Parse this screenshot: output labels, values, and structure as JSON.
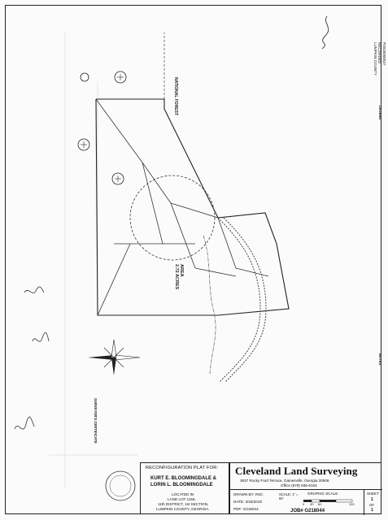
{
  "company": {
    "name": "Cleveland Land Surveying",
    "address": "3637 Rocky Ford Terrace, Gainesville, Georgia 30506",
    "office": "Office (678) 936-6163"
  },
  "plat": {
    "header": "RECONFIGURATION PLAT FOR:",
    "owners_line1": "KURT E. BLOOMINGDALE &",
    "owners_line2": "LORIN L. BLOOMINGDALE",
    "location_line1": "LOCATED IN",
    "location_line2": "LAND LOT 1156,",
    "location_line3": "11th DISTRICT, 1st SECTION,",
    "location_line4": "LUMPKIN COUNTY, GEORGIA"
  },
  "details": {
    "drawn_by": "DRAWN BY: RSC",
    "scale": "SCALE: 1\" = 60'",
    "date": "DATE: 4/26/2018",
    "pdf": "PDF: G218044",
    "job": "JOB# G218044",
    "graphic_scale": "GRAPHIC SCALE",
    "scale_ticks": [
      "0",
      "30",
      "60",
      "120"
    ],
    "sheet_label": "SHEET",
    "sheet_num": "1",
    "sheet_of": "OF",
    "sheet_total": "1"
  },
  "labels": {
    "national_forest": "NATIONAL FOREST",
    "area_line1": "AREA",
    "area_line2": "2.72 ACRES",
    "legend": "LEGEND",
    "notes": "NOTES",
    "surveyor_cert": "SURVEYOR'S CERTIFICATE"
  },
  "stamp": {
    "line1": "P2018000547",
    "line2": "RECORDED",
    "line3": "LUMPKIN COUNTY"
  }
}
